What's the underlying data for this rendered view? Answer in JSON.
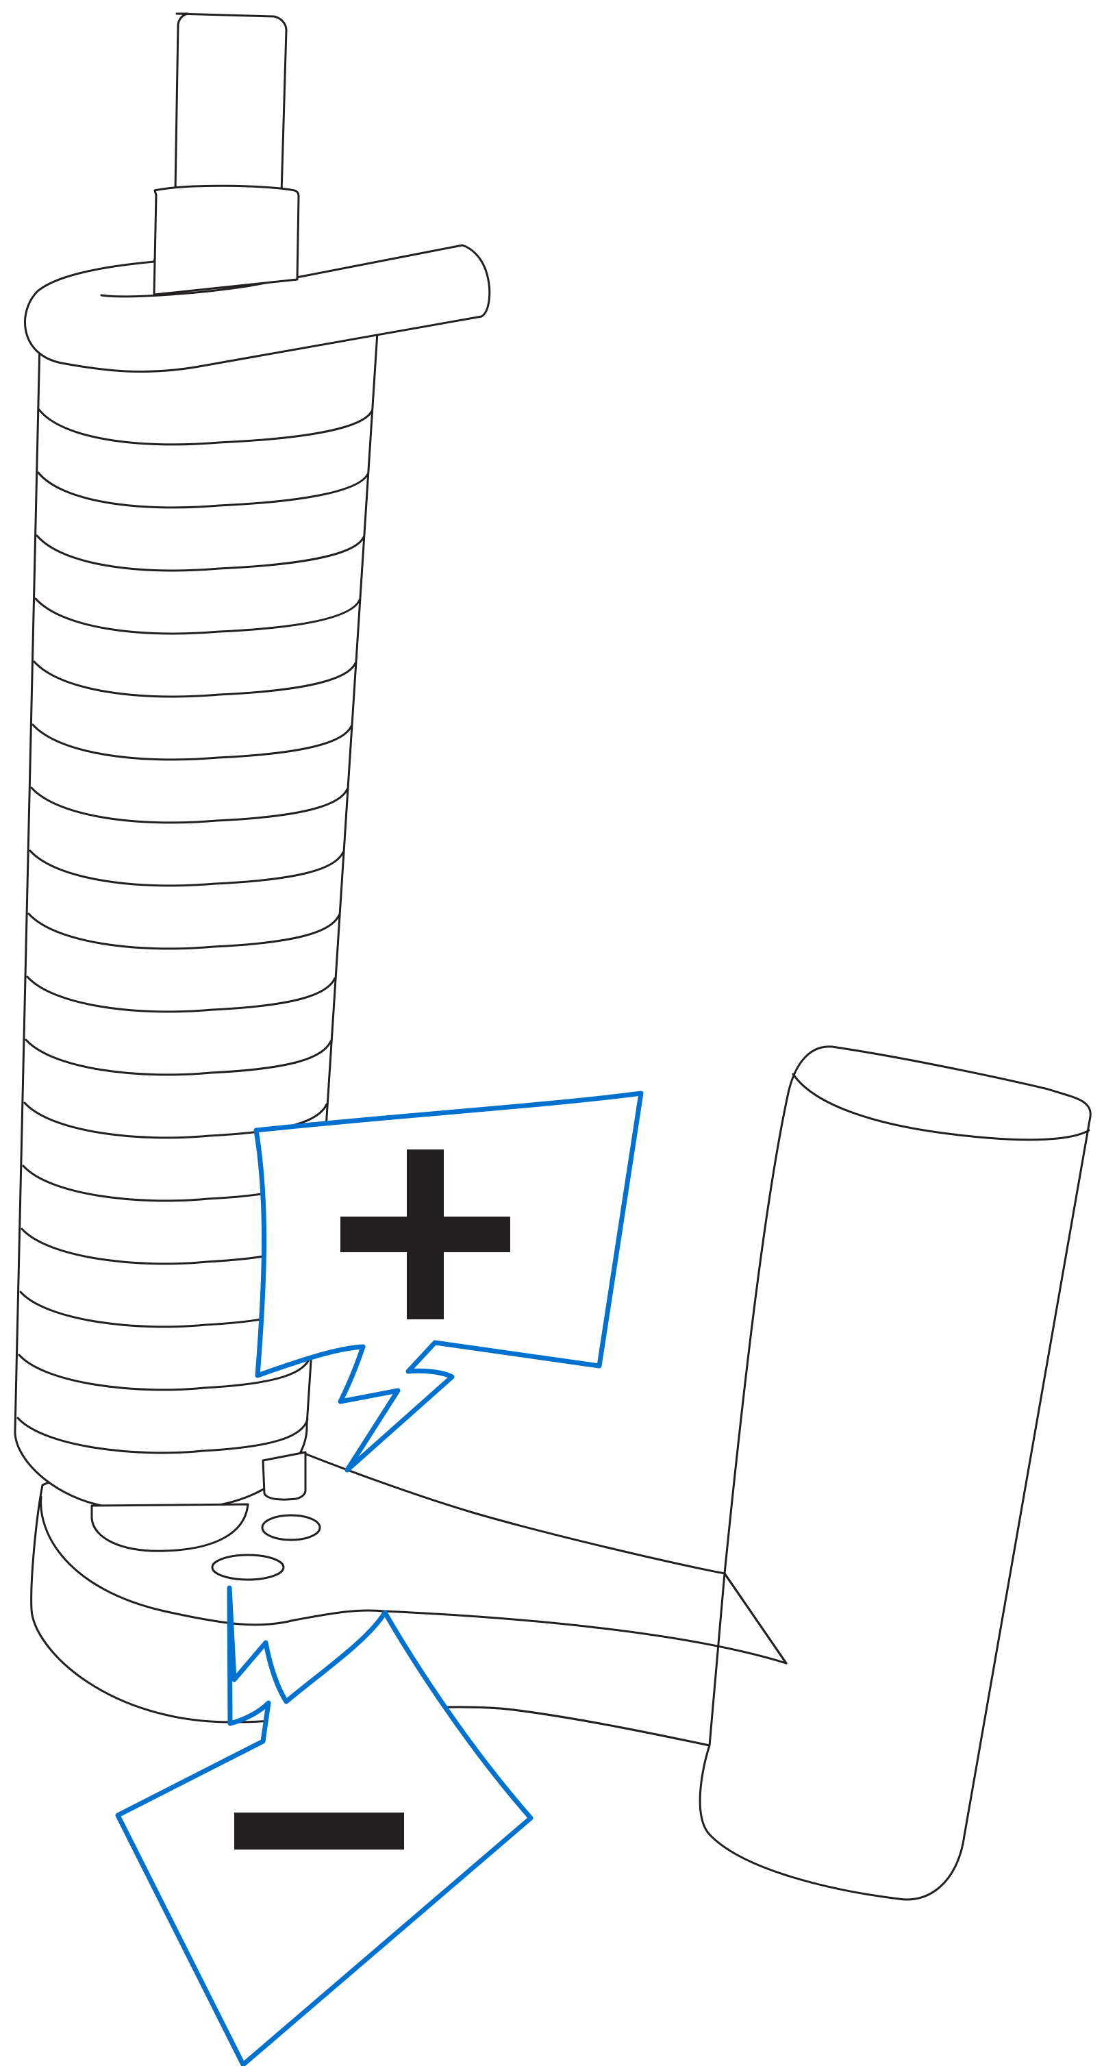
{
  "diagram": {
    "subject": "inhaler-with-dose-counter",
    "colors": {
      "outline": "#231f20",
      "callout": "#0071ce",
      "sign": "#231f20",
      "background": "#ffffff"
    },
    "callouts": [
      {
        "id": "positive",
        "symbol": "+"
      },
      {
        "id": "negative",
        "symbol": "−"
      }
    ]
  }
}
